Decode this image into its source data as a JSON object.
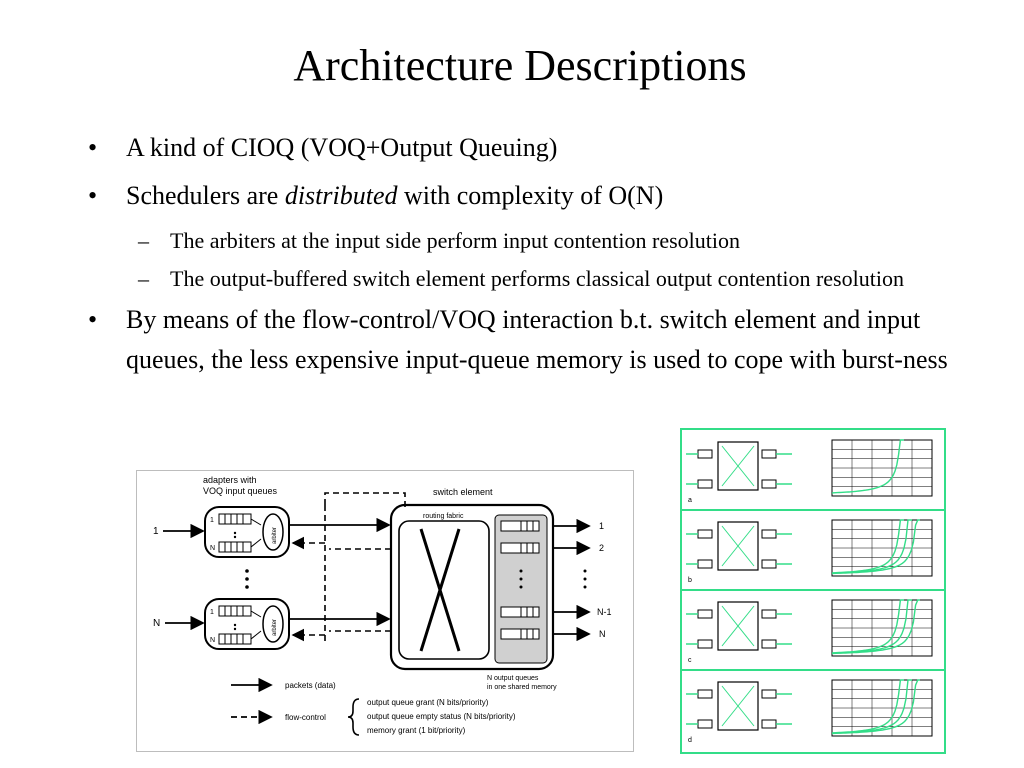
{
  "slide": {
    "title": "Architecture Descriptions",
    "bullets": [
      {
        "text": "A kind of CIOQ (VOQ+Output Queuing)"
      },
      {
        "pre": "Schedulers are ",
        "em": "distributed",
        "post": " with complexity of O(N)"
      },
      {
        "text": "By means of the flow-control/VOQ interaction b.t. switch element and input queues, the less expensive input-queue memory is used to cope with burst-ness"
      }
    ],
    "sub_bullets": [
      "The arbiters at the input side perform input contention resolution",
      "The output-buffered switch element performs classical output contention resolution"
    ]
  },
  "diagram": {
    "adapters_label_1": "adapters with",
    "adapters_label_2": "VOQ input queues",
    "switch_label": "switch element",
    "routing_label": "routing fabric",
    "arbiter_label": "arbiter",
    "input_1": "1",
    "input_n": "N",
    "queue_1": "1",
    "queue_n": "N",
    "output_labels": [
      "1",
      "2",
      "N-1",
      "N"
    ],
    "queues_label_1": "N output queues",
    "queues_label_2": "in one shared memory",
    "legend_packets": "packets (data)",
    "legend_flow": "flow-control",
    "legend_items": [
      "output queue grant (N bits/priority)",
      "output queue empty status (N bits/priority)",
      "memory grant (1 bit/priority)"
    ]
  },
  "panels": {
    "labels": [
      "a",
      "b",
      "c",
      "d"
    ]
  },
  "colors": {
    "accent": "#33dd88",
    "panel_border": "#33dd88"
  }
}
